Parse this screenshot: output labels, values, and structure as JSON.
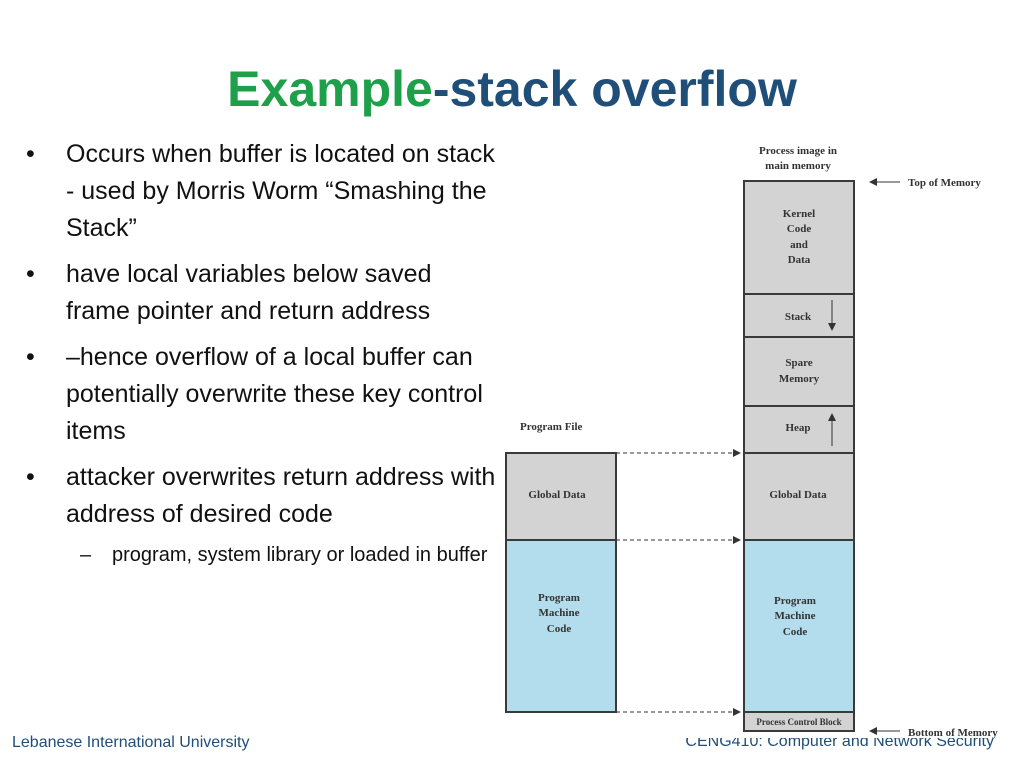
{
  "slide": {
    "title_part1": "Example",
    "title_part2": "-stack overflow",
    "bullets": [
      "Occurs when buffer is located on stack - used by Morris Worm “Smashing the Stack”",
      "have local variables below saved frame pointer and return address",
      "–hence overflow of a local buffer can potentially overwrite these key control items",
      "attacker overwrites return address with address of desired code"
    ],
    "sub_bullet": "program, system library or loaded in buffer",
    "bullet_symbol": "•",
    "dash_symbol": "–"
  },
  "diagram": {
    "process_image_label_line1": "Process image in",
    "process_image_label_line2": "main memory",
    "top_of_memory": "Top of Memory",
    "bottom_of_memory": "Bottom of Memory",
    "program_file": "Program File",
    "kernel_line1": "Kernel",
    "kernel_line2": "Code",
    "kernel_line3": "and",
    "kernel_line4": "Data",
    "stack": "Stack",
    "spare_line1": "Spare",
    "spare_line2": "Memory",
    "heap": "Heap",
    "global_data_left": "Global Data",
    "global_data_right": "Global Data",
    "pmc_left_line1": "Program",
    "pmc_left_line2": "Machine",
    "pmc_left_line3": "Code",
    "pmc_right_line1": "Program",
    "pmc_right_line2": "Machine",
    "pmc_right_line3": "Code",
    "pcb": "Process Control Block",
    "colors": {
      "gray": "#d3d3d3",
      "blue": "#b3dded",
      "border": "#3a3a3a"
    }
  },
  "footer": {
    "left": "Lebanese International University",
    "right": "CENG410: Computer and Network Security"
  }
}
